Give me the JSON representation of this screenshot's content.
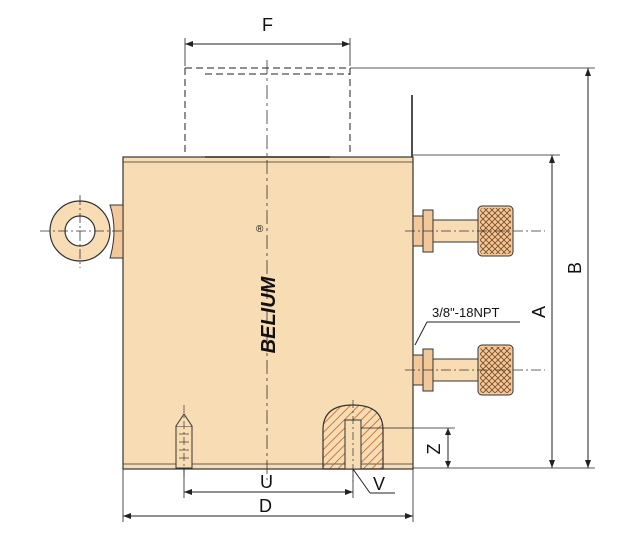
{
  "drawing": {
    "brand": "BELIUM",
    "registered_mark": "®",
    "port_callout": "3/8\"-18NPT",
    "body_color": "#f8dcb4",
    "hatch_color": "#c0662a",
    "coupler_color": "#f2c79a"
  },
  "dimensions": {
    "F": "F",
    "A": "A",
    "B": "B",
    "Z": "Z",
    "U": "U",
    "V": "V",
    "D": "D"
  }
}
